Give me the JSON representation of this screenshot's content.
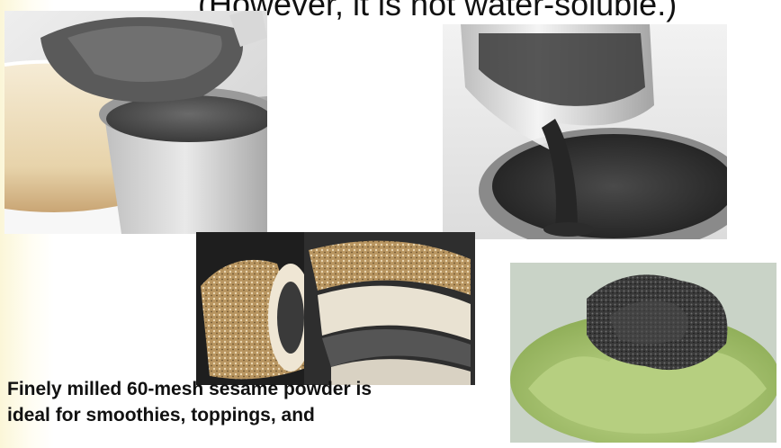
{
  "header": {
    "top_line": "(However, it is not water-soluble.)"
  },
  "caption": {
    "line1": "Finely milled 60-mesh sesame powder is",
    "line2": "ideal for smoothies, toppings, and"
  },
  "photos": [
    {
      "subject": "black sesame powder in a mixing cup beside a latte"
    },
    {
      "subject": "dark sesame paste pouring from a glass"
    },
    {
      "subject": "swiss rolls with sesame crust and black sesame swirl"
    },
    {
      "subject": "green ice cream topped with black sesame"
    }
  ],
  "colors": {
    "sesame_black": "#2f2f2f",
    "matcha_green": "#a9c36e",
    "cream": "#f3e7cf"
  }
}
